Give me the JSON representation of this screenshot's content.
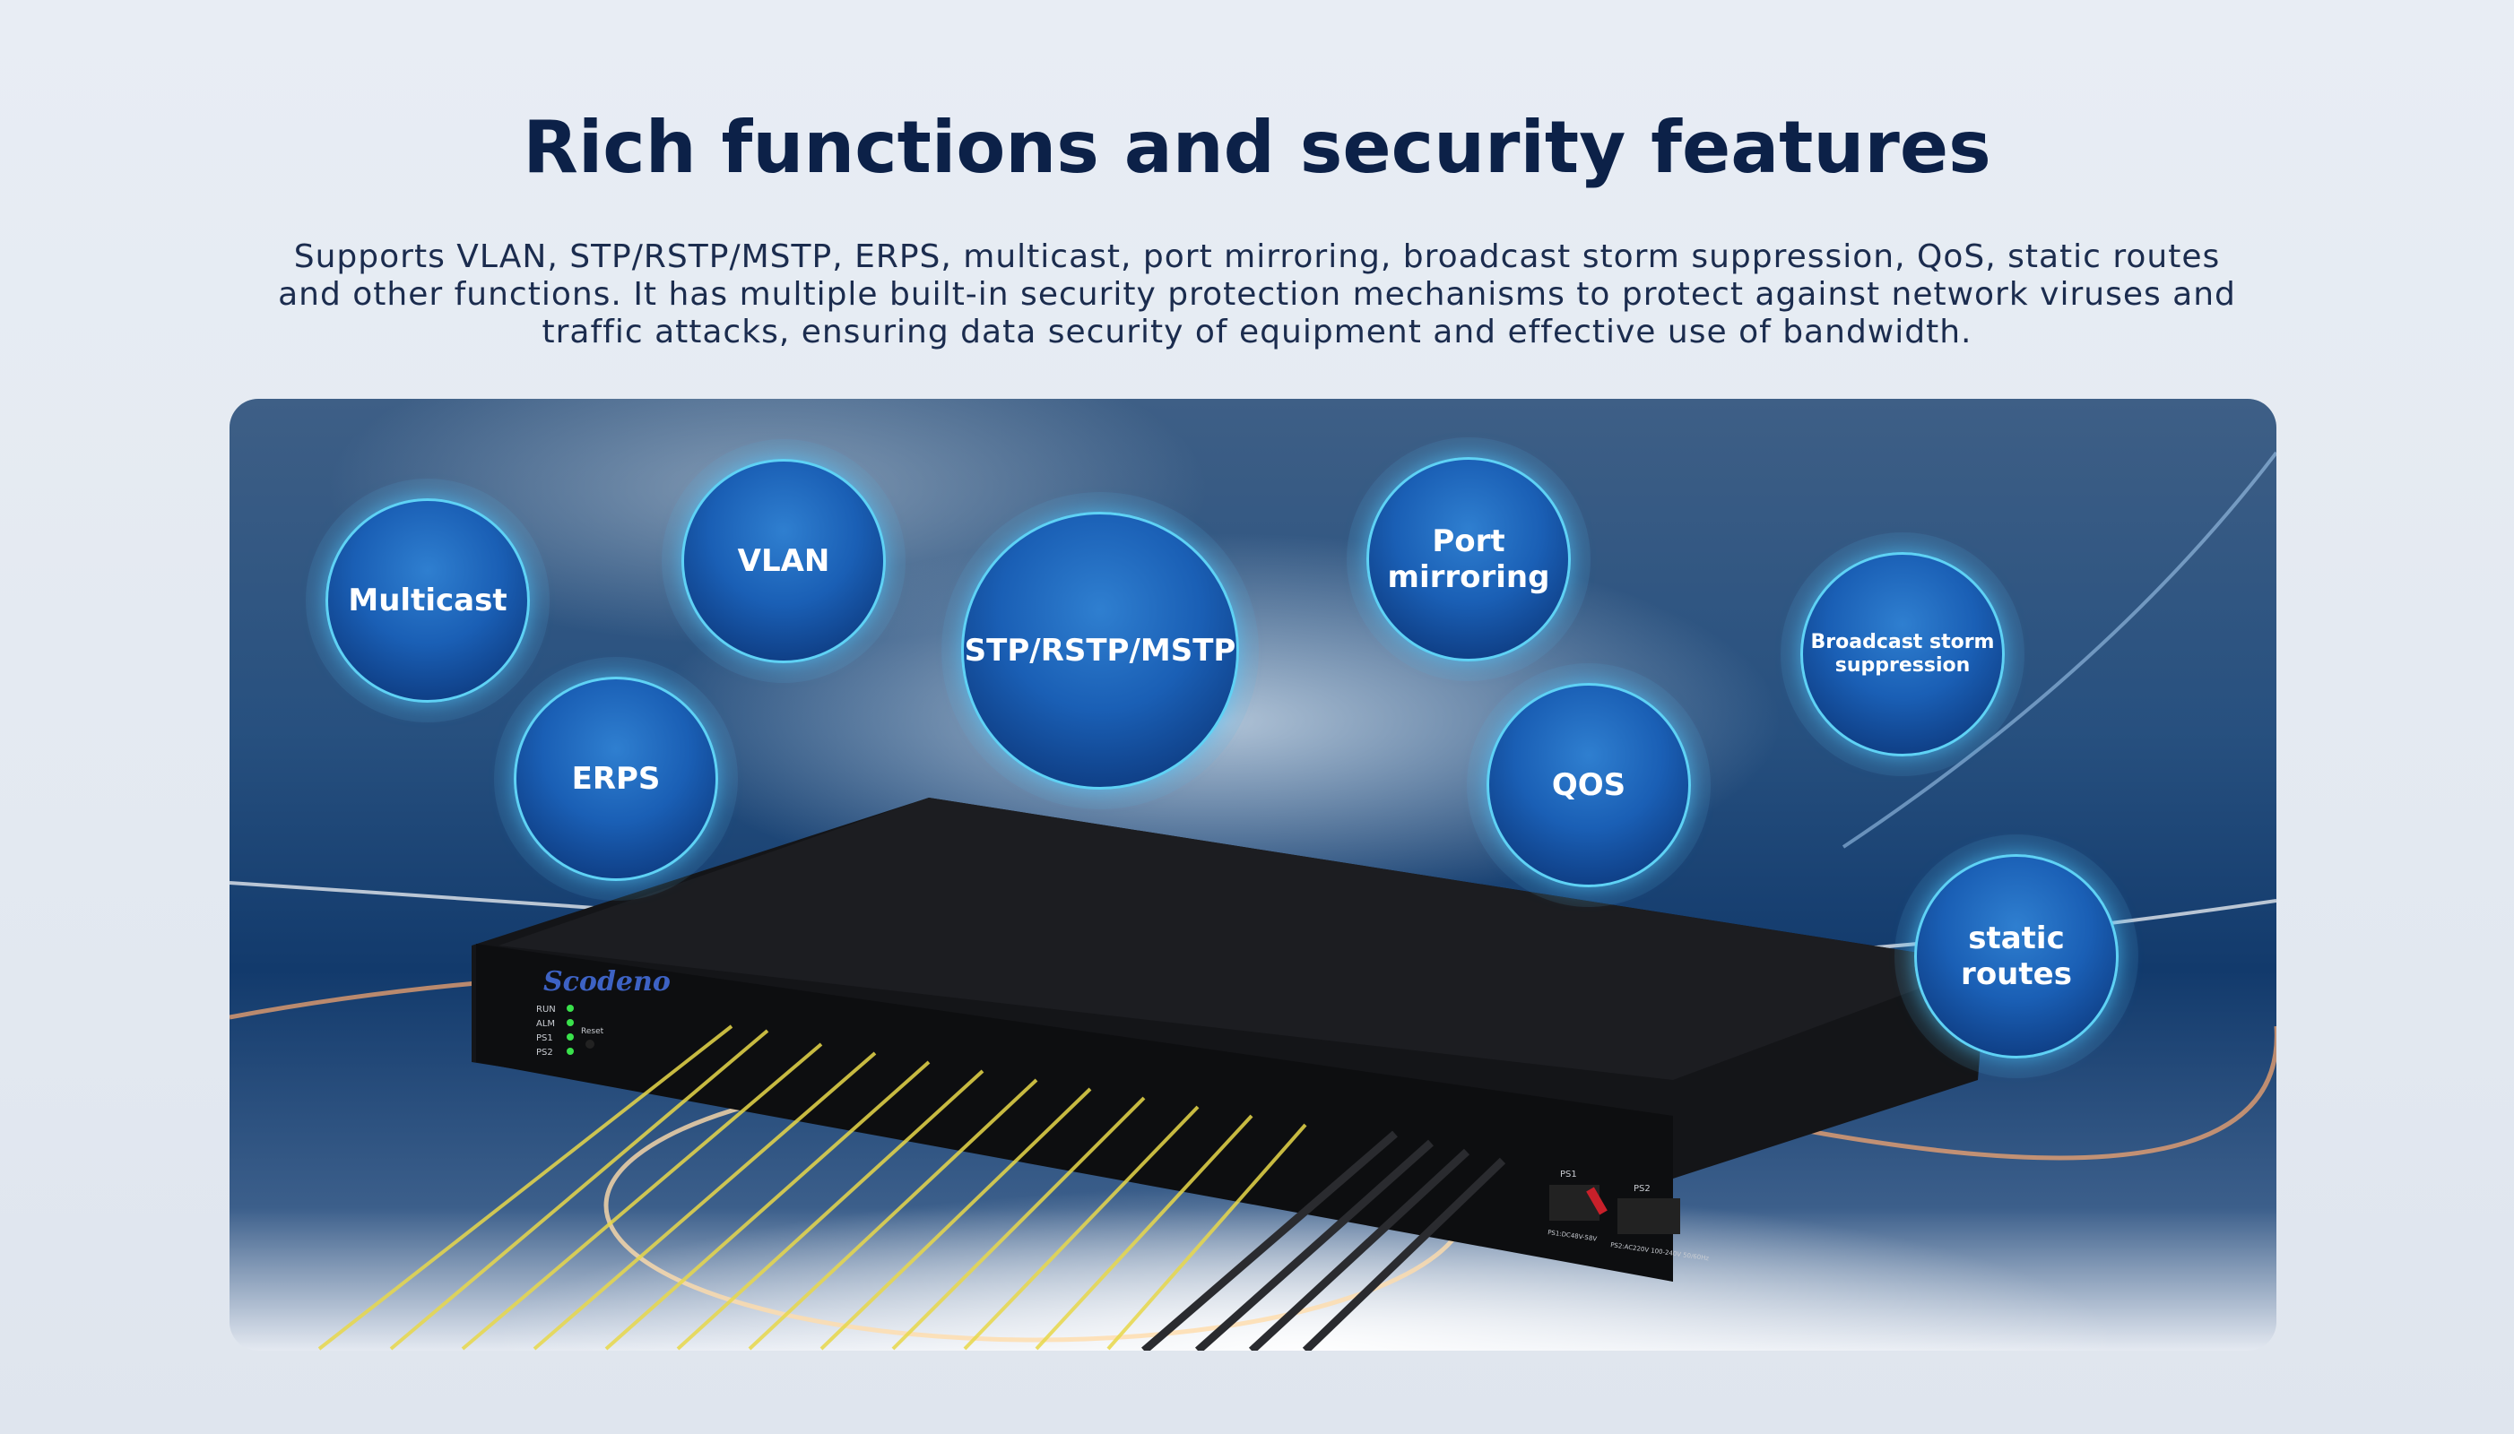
{
  "header": {
    "title": "Rich functions and security features",
    "description": "Supports VLAN, STP/RSTP/MSTP, ERPS, multicast, port mirroring, broadcast storm suppression, QoS, static routes and other functions. It has multiple built-in security protection mechanisms to protect against network viruses and traffic attacks, ensuring data security of equipment and effective use of bandwidth."
  },
  "features": [
    {
      "label": "Multicast"
    },
    {
      "label": "VLAN"
    },
    {
      "label": "STP/RSTP/MSTP"
    },
    {
      "label": "Port mirroring"
    },
    {
      "label": "Broadcast storm suppression"
    },
    {
      "label": "ERPS"
    },
    {
      "label": "QOS"
    },
    {
      "label": "static routes"
    }
  ],
  "device": {
    "brand": "Scodeno",
    "leds": [
      "RUN",
      "ALM",
      "PS1",
      "PS2"
    ],
    "reset_label": "Reset",
    "ps1_label": "PS1",
    "ps2_label": "PS2",
    "ps1_rating": "PS1:DC48V-58V",
    "ps2_rating": "PS2:AC220V 100-240V 50/60Hz"
  },
  "colors": {
    "title": "#0c2148",
    "bubble_border": "#5fd2f5",
    "led": "#39e14b",
    "fiber": "#e8d84a"
  }
}
